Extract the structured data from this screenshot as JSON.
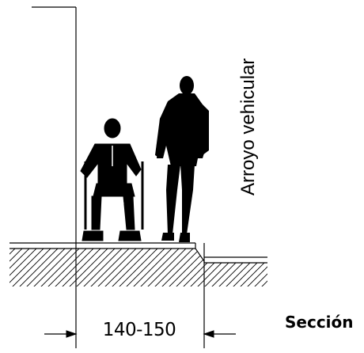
{
  "labels": {
    "street": "Arroyo vehicular",
    "width_dimension": "140-150",
    "section": "Sección"
  },
  "colors": {
    "ink": "#000000",
    "background": "#ffffff"
  }
}
